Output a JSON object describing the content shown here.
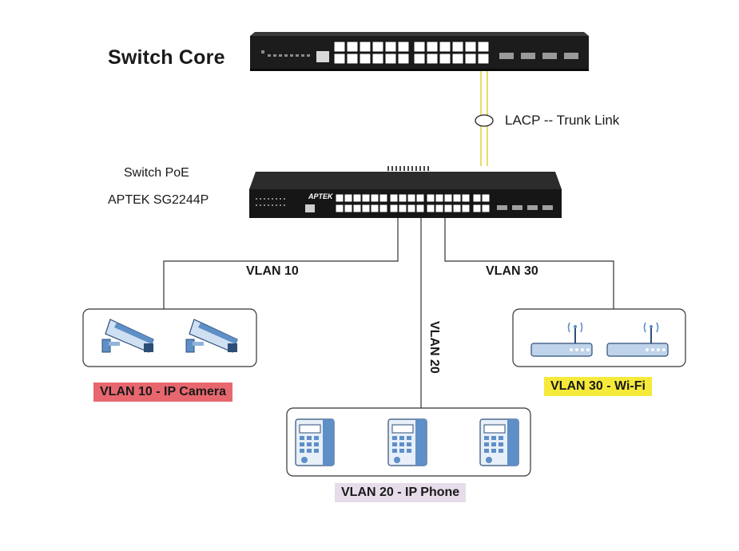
{
  "labels": {
    "switch_core": "Switch Core",
    "lacp": "LACP -- Trunk Link",
    "switch_poe": "Switch PoE",
    "switch_poe_model": "APTEK SG2244P",
    "vlan10_line": "VLAN 10",
    "vlan20_line": "VLAN 20",
    "vlan30_line": "VLAN 30"
  },
  "tags": {
    "camera": "VLAN 10 - IP Camera",
    "phone": "VLAN 20 - IP Phone",
    "wifi": "VLAN 30 - Wi-Fi"
  },
  "switch_brand": "APTEK",
  "colors": {
    "camera_tag": "#e8676f",
    "wifi_tag": "#f5ea3a",
    "phone_tag": "#e6dcea",
    "trunk_link": "#e9dc6a",
    "device_blue": "#5e8fc7"
  }
}
